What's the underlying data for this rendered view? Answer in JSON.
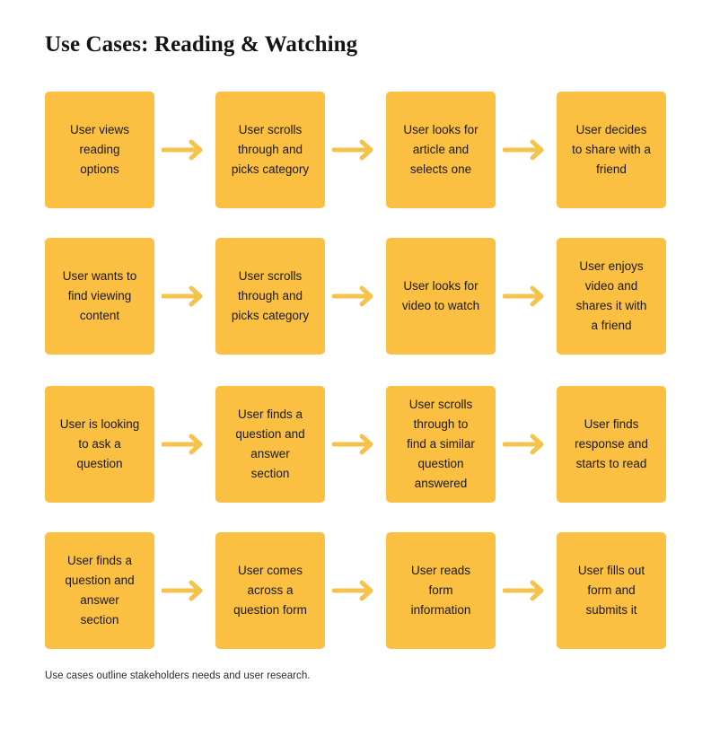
{
  "title": "Use Cases: Reading & Watching",
  "caption": "Use cases outline stakeholders needs and user research.",
  "colors": {
    "node_fill": "#FBBF41",
    "arrow": "#F5C34B",
    "node_text": "#1a1a1a",
    "title_text": "#141414",
    "background": "#ffffff"
  },
  "arrow_icon": "arrow-right-icon",
  "flow": {
    "rows": [
      {
        "name": "reading-flow",
        "nodes": [
          {
            "label": "User views\nreading\noptions"
          },
          {
            "label": "User scrolls\nthrough and\npicks category"
          },
          {
            "label": "User looks for\narticle and\nselects one"
          },
          {
            "label": "User decides\nto share with a\nfriend"
          }
        ]
      },
      {
        "name": "watching-flow",
        "nodes": [
          {
            "label": "User wants to\nfind viewing\ncontent"
          },
          {
            "label": "User scrolls\nthrough and\npicks category"
          },
          {
            "label": "User looks for\nvideo to watch"
          },
          {
            "label": "User enjoys\nvideo and\nshares it with\na friend"
          }
        ]
      },
      {
        "name": "question-flow",
        "nodes": [
          {
            "label": "User is looking\nto ask a\nquestion"
          },
          {
            "label": "User finds a\nquestion and\nanswer\nsection"
          },
          {
            "label": "User scrolls\nthrough to\nfind a similar\nquestion\nanswered"
          },
          {
            "label": "User finds\nresponse and\nstarts to read"
          }
        ]
      },
      {
        "name": "form-flow",
        "nodes": [
          {
            "label": "User finds a\nquestion and\nanswer\nsection"
          },
          {
            "label": "User comes\nacross a\nquestion form"
          },
          {
            "label": "User reads\nform\ninformation"
          },
          {
            "label": "User fills out\nform and\nsubmits it"
          }
        ]
      }
    ]
  }
}
